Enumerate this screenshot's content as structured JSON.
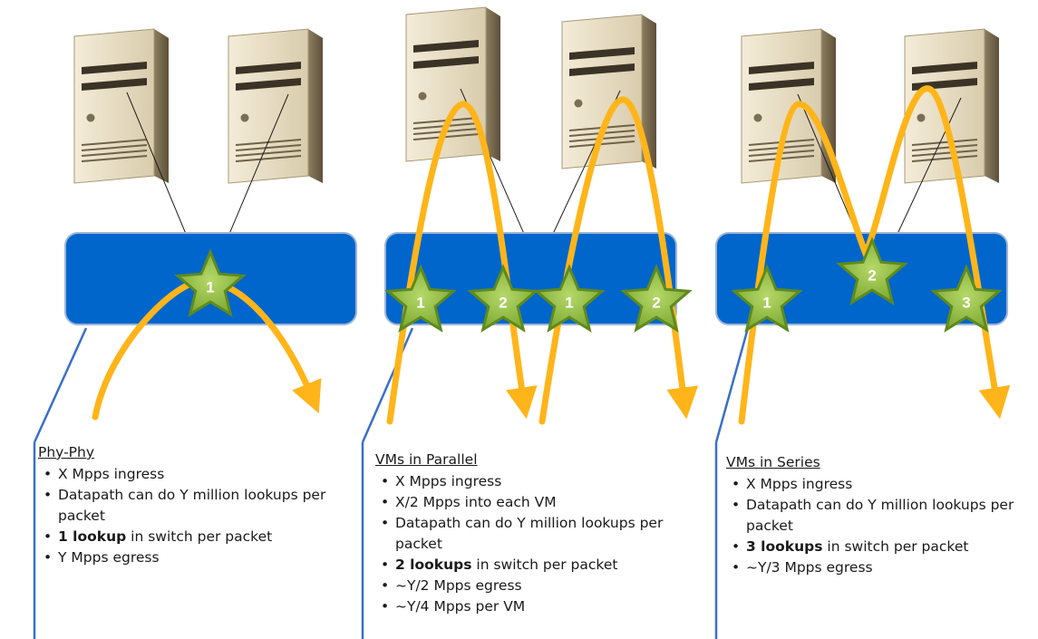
{
  "panels": [
    {
      "heading": "Phy-Phy",
      "bullets": [
        {
          "bold": "",
          "text": "X Mpps ingress"
        },
        {
          "bold": "",
          "text": "Datapath can do Y million lookups per packet"
        },
        {
          "bold": "1 lookup",
          "text": " in switch per packet"
        },
        {
          "bold": "",
          "text": "Y Mpps egress"
        }
      ],
      "stars": [
        "1"
      ]
    },
    {
      "heading": "VMs in Parallel",
      "bullets": [
        {
          "bold": "",
          "text": "X Mpps ingress"
        },
        {
          "bold": "",
          "text": "X/2 Mpps into each VM"
        },
        {
          "bold": "",
          "text": "Datapath can do Y million lookups per packet"
        },
        {
          "bold": "2 lookups",
          "text": " in switch per packet"
        },
        {
          "bold": "",
          "text": "~Y/2 Mpps egress"
        },
        {
          "bold": "",
          "text": "~Y/4 Mpps per VM"
        }
      ],
      "stars": [
        "1",
        "2",
        "1",
        "2"
      ]
    },
    {
      "heading": "VMs in Series",
      "bullets": [
        {
          "bold": "",
          "text": "X Mpps ingress"
        },
        {
          "bold": "",
          "text": "Datapath can do Y million lookups per packet"
        },
        {
          "bold": "3 lookups",
          "text": " in switch per packet"
        },
        {
          "bold": "",
          "text": "~Y/3 Mpps egress"
        }
      ],
      "stars": [
        "1",
        "2",
        "3"
      ]
    }
  ],
  "colors": {
    "switch_fill": "#0066cc",
    "switch_border": "#9db5d6",
    "flow_arrow": "#ffb519",
    "star_fill": "#8fbc3a",
    "star_border": "#5e8a1e",
    "link_line": "#3a6fc9",
    "server_body": "#e8dcc0",
    "server_dark": "#5e503a"
  },
  "icons": [
    "server-icon",
    "switch-icon",
    "lookup-star-icon",
    "flow-arrow-icon"
  ]
}
